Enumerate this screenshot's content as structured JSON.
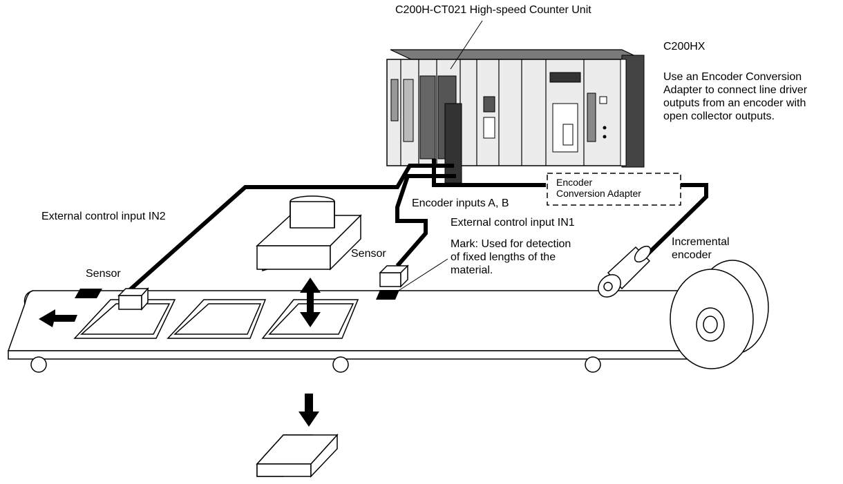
{
  "labels": {
    "counter_unit": "C200H-CT021 High-speed Counter Unit",
    "plc_model": "C200HX",
    "adapter_note_lines": [
      "Use an Encoder Conversion",
      "Adapter to connect line driver",
      "outputs from an encoder with",
      "open collector outputs."
    ],
    "adapter_box_lines": [
      "Encoder",
      "Conversion Adapter"
    ],
    "encoder_inputs": "Encoder inputs A, B",
    "ext_input_in2": "External control input IN2",
    "ext_input_in1": "External control input IN1",
    "mark_note_lines": [
      "Mark: Used for detection",
      "of fixed lengths of the",
      "material."
    ],
    "sensor_left": "Sensor",
    "sensor_right": "Sensor",
    "encoder_lines": [
      "Incremental",
      "encoder"
    ]
  },
  "colors": {
    "line": "#000000",
    "background": "#ffffff",
    "plc_body": "#ececec"
  }
}
